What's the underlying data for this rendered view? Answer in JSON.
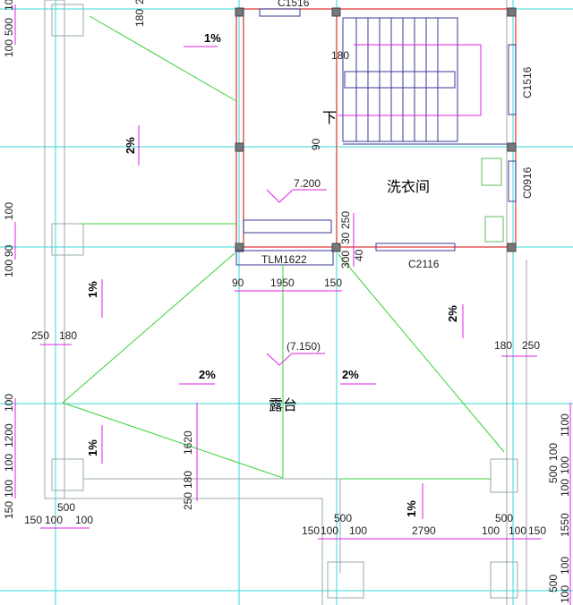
{
  "drawing": {
    "room_laundry": "洗衣间",
    "room_terrace": "露台",
    "stair_down": "下",
    "elev_top": "7.200",
    "elev_terrace": "(7.150)",
    "door_tag": "TLM1622",
    "windows": [
      "C1516",
      "C1516",
      "C0916",
      "C2116"
    ],
    "slopes": [
      "1%",
      "2%",
      "1%",
      "2%",
      "2%",
      "2%",
      "1%",
      "1%"
    ],
    "dims": {
      "top": [
        "180",
        "2",
        "180",
        "90"
      ],
      "left_top": [
        "100",
        "500",
        "100"
      ],
      "left_mid": [
        "100",
        "100",
        "90"
      ],
      "mid_row": [
        "90",
        "1950",
        "150"
      ],
      "laundry_side": [
        "250",
        "30",
        "300",
        "40"
      ],
      "left_col": [
        "250",
        "180"
      ],
      "right_col": [
        "180",
        "250"
      ],
      "left_bottom": [
        "100",
        "1200",
        "100",
        "100",
        "150"
      ],
      "center_vert": [
        "1620",
        "250",
        "180"
      ],
      "bottom_left": [
        "150",
        "100",
        "500",
        "100"
      ],
      "bottom_right": [
        "150",
        "100",
        "500",
        "100",
        "2790",
        "100",
        "500",
        "100",
        "150"
      ],
      "right_side": [
        "1100",
        "500",
        "100",
        "100",
        "100",
        "1550",
        "100",
        "500",
        "100"
      ]
    },
    "colors": {
      "axis": "#3ad8d8",
      "dimension": "#e020e0",
      "drain": "#3bd23b",
      "wall": "#e03030",
      "stair": "#3a3a9a"
    }
  }
}
